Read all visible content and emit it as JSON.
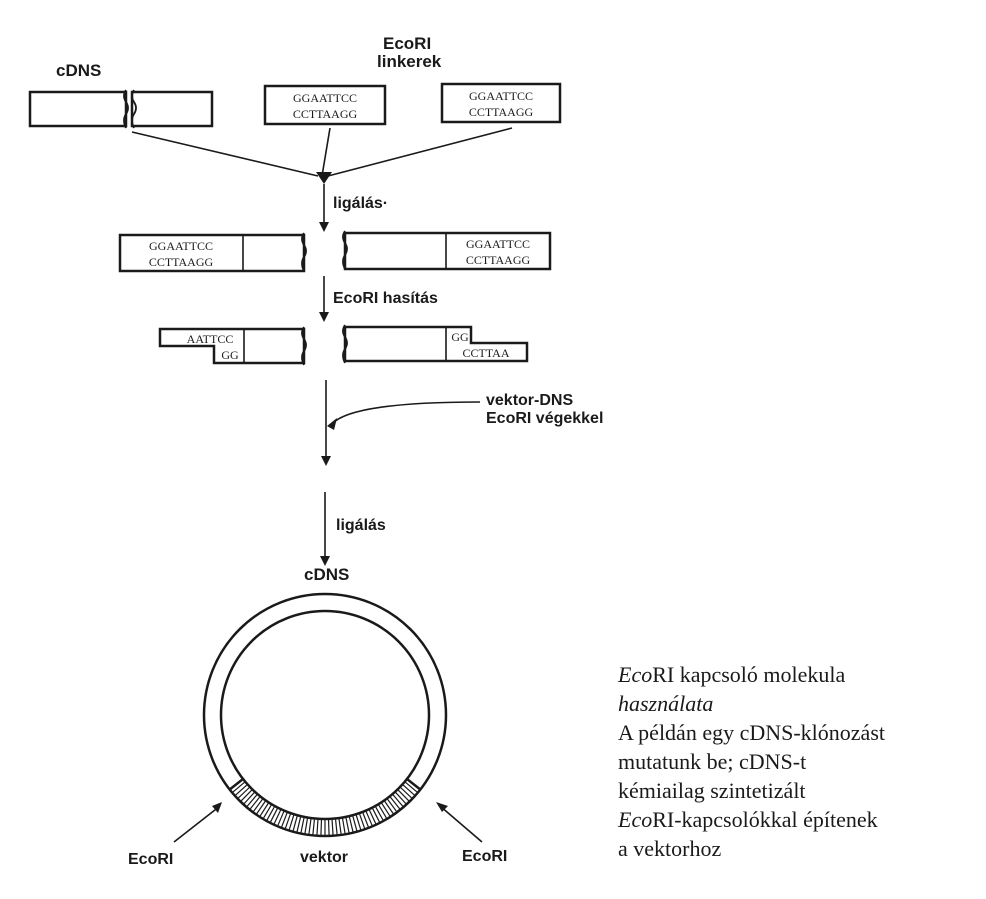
{
  "labels": {
    "cdns_top": "cDNS",
    "ecori_title": "EcoRI",
    "linkers": "linkerek",
    "ligation1": "ligálás·",
    "ecori_cut": "EcoRI hasítás",
    "vector_dna": "vektor-DNS",
    "ecori_ends": "EcoRI végekkel",
    "ligation2": "ligálás",
    "cdns_circle": "cDNS",
    "ecori_left": "EcoRI",
    "ecori_right": "EcoRI",
    "vector": "vektor"
  },
  "sequences": {
    "linker1_top": "GGAATTCC",
    "linker1_bottom": "CCTTAAGG",
    "linker2_top": "GGAATTCC",
    "linker2_bottom": "CCTTAAGG",
    "ligated_left_top": "GGAATTCC",
    "ligated_left_bottom": "CCTTAAGG",
    "ligated_right_top": "GGAATTCC",
    "ligated_right_bottom": "CCTTAAGG",
    "cut_left_top": "AATTCC",
    "cut_left_bottom": "GG",
    "cut_right_top": "GG",
    "cut_right_bottom": "CCTTAA"
  },
  "caption": {
    "title_italic_prefix": "Eco",
    "title_rest": "RI kapcsoló molekula",
    "title_line2": "használata",
    "line1": "A példán egy cDNS-klónozást",
    "line2": "mutatunk be; cDNS-t",
    "line3": "kémiailag szintetizált",
    "line4_italic_prefix": "Eco",
    "line4_rest": "RI-kapcsolókkal építenek",
    "line5": "a vektorhoz"
  }
}
